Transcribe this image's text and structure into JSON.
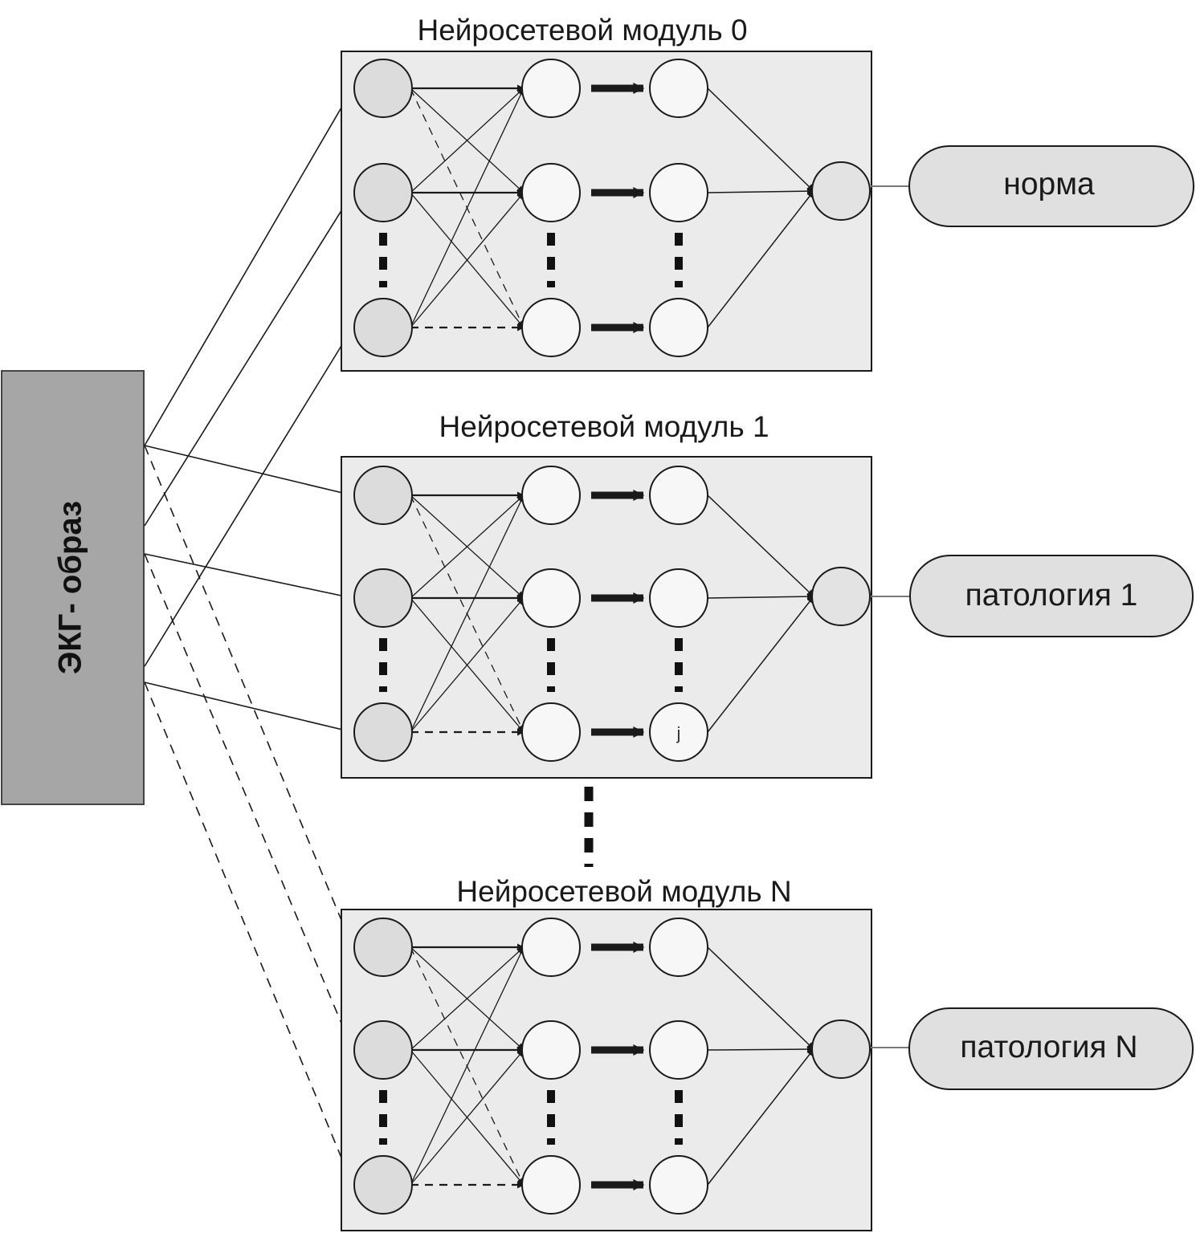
{
  "input_block": {
    "label": "ЭКГ- образ",
    "fill": "#a6a6a6"
  },
  "modules": [
    {
      "title": "Нейросетевой модуль 0",
      "output": "норма"
    },
    {
      "title": "Нейросетевой модуль 1",
      "output": "патология 1",
      "node_label": "j"
    },
    {
      "title": "Нейросетевой модуль N",
      "output": "патология N"
    }
  ],
  "colors": {
    "module_fill": "#ebebeb",
    "input_node_fill": "#dcdcdc",
    "hidden_node_fill": "#f7f7f7",
    "output_node_fill": "#e3e3e3",
    "pill_fill": "#e0e0e0",
    "stroke": "#1a1a1a"
  }
}
